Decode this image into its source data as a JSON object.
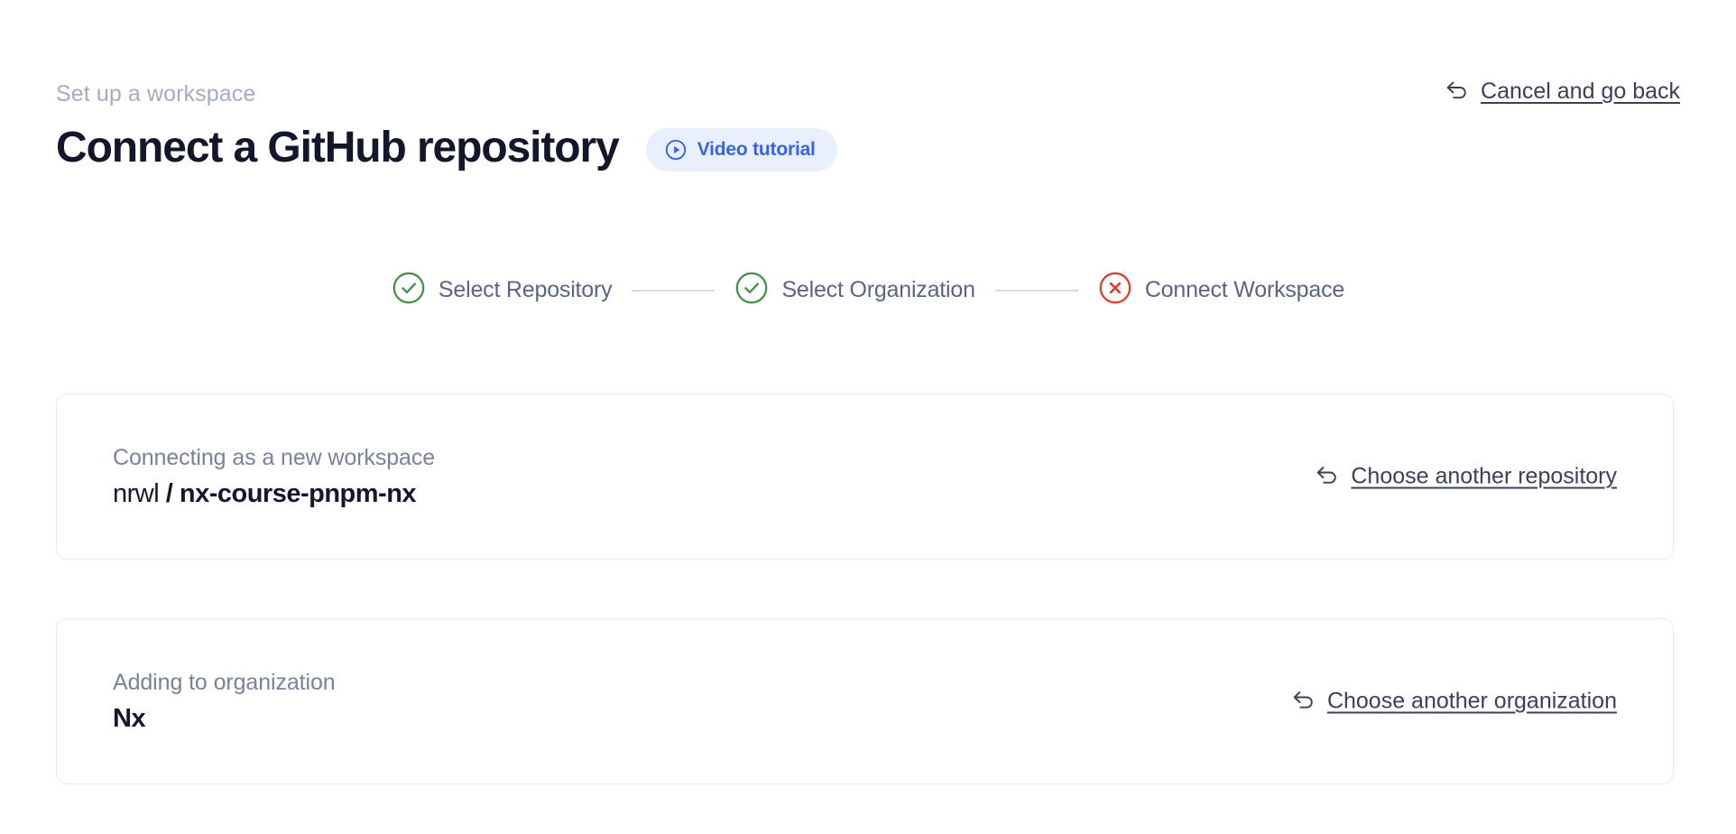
{
  "header": {
    "eyebrow": "Set up a workspace",
    "title": "Connect a GitHub repository",
    "video_badge": {
      "label": "Video tutorial",
      "icon": "play-circle-icon",
      "color": "#3565e3",
      "background": "#e9effd"
    },
    "cancel": {
      "label": "Cancel and go back",
      "icon": "back-arrow-icon"
    }
  },
  "stepper": {
    "steps": [
      {
        "label": "Select Repository",
        "state": "complete",
        "icon": "check-circle-icon",
        "color": "#45914f"
      },
      {
        "label": "Select Organization",
        "state": "complete",
        "icon": "check-circle-icon",
        "color": "#45914f"
      },
      {
        "label": "Connect Workspace",
        "state": "error",
        "icon": "x-circle-icon",
        "color": "#da402a"
      }
    ],
    "connector_color": "#d3d9e5",
    "label_color": "#5c6484"
  },
  "cards": [
    {
      "caption": "Connecting as a new workspace",
      "owner": "nrwl",
      "separator": "/",
      "repo": "nx-course-pnpm-nx",
      "action": {
        "label": "Choose another repository",
        "icon": "back-arrow-icon"
      }
    },
    {
      "caption": "Adding to organization",
      "value": "Nx",
      "action": {
        "label": "Choose another organization",
        "icon": "back-arrow-icon"
      }
    }
  ],
  "theme": {
    "text_dark": "#14172b",
    "text_muted": "#7a8299",
    "eyebrow": "#a3adbf",
    "card_border": "#e9eaf1",
    "link": "#3b4056",
    "background": "#ffffff"
  }
}
